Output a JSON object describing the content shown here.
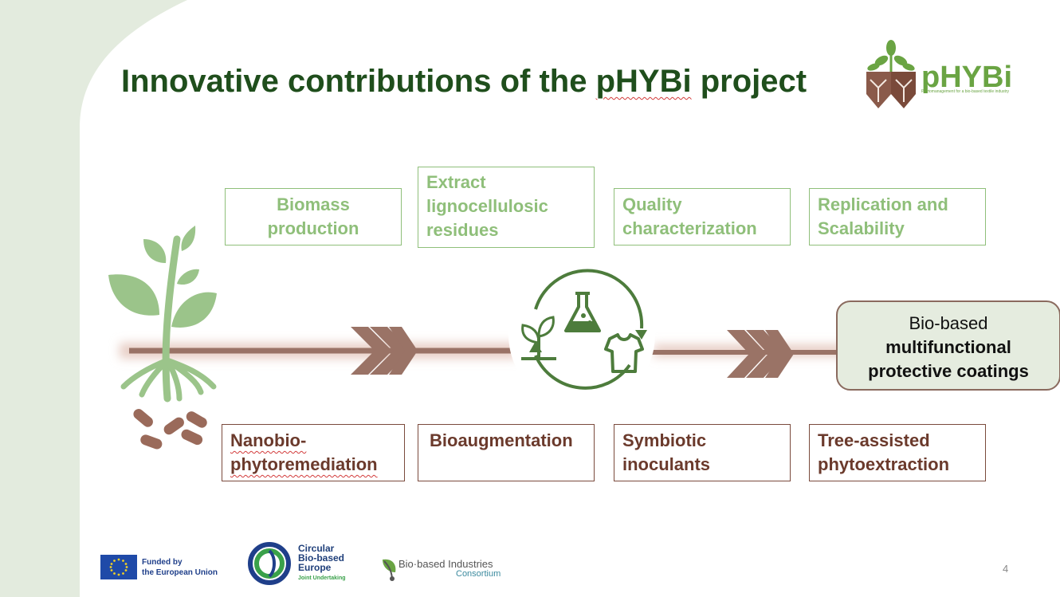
{
  "slide": {
    "title_prefix": "Innovative contributions of the ",
    "title_brand": "pHYBi",
    "title_suffix": " project",
    "page_number": "4"
  },
  "logo": {
    "name": "pHYBi",
    "tagline": "Phytomanagement for a bio-based textile industry"
  },
  "top_steps": [
    "Biomass production",
    "Extract lignocellulosic residues",
    "Quality characterization",
    "Replication and Scalability"
  ],
  "bottom_steps": [
    "Nanobio-phytoremediation",
    "Bioaugmentation",
    "Symbiotic inoculants",
    "Tree-assisted phytoextraction"
  ],
  "result": {
    "line1": "Bio-based",
    "line2": "multifunctional",
    "line3": "protective coatings"
  },
  "footer": {
    "eu_line1": "Funded by",
    "eu_line2": "the European Union",
    "cbe_line1": "Circular",
    "cbe_line2": "Bio-based",
    "cbe_line3": "Europe",
    "cbe_sub": "Joint Undertaking",
    "bic_line1": "Bio·based Industries",
    "bic_line2": "Consortium"
  },
  "colors": {
    "title_green": "#1f4e1c",
    "light_green": "#8fbf7a",
    "brown": "#6b3a2c",
    "arrow_brown": "#9a7366",
    "panel_bg": "#e5ecdf"
  },
  "icons": [
    "plant-with-roots-icon",
    "seeds-icon",
    "circular-cycle-icon",
    "sprout-icon",
    "flask-icon",
    "tshirt-icon",
    "chevron-arrows-icon",
    "eu-flag-icon",
    "cbe-logo-icon",
    "bic-leaf-icon"
  ]
}
